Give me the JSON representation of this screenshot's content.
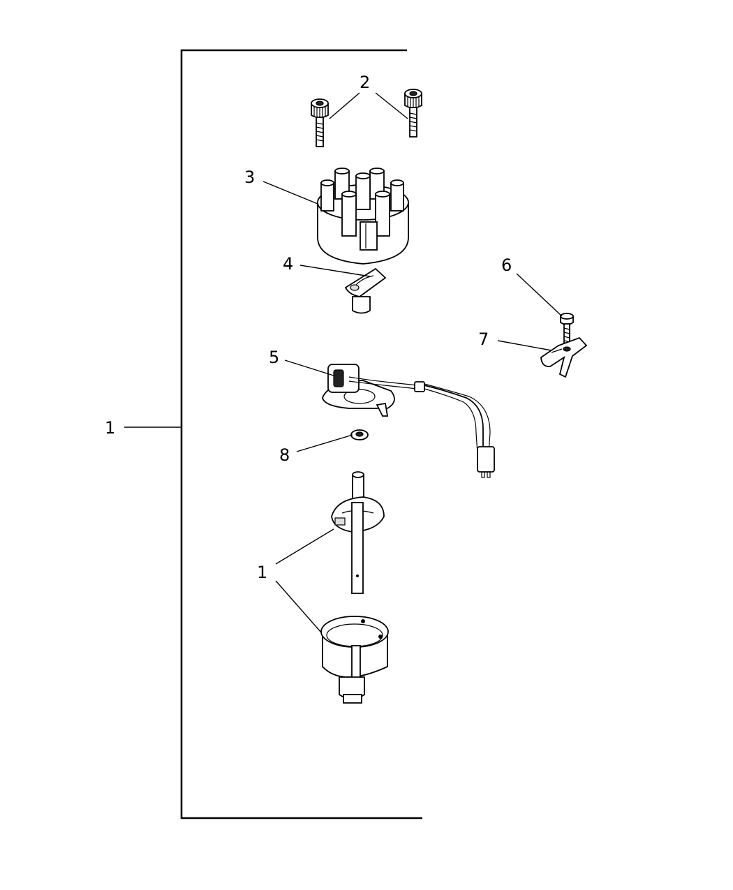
{
  "callouts": {
    "assembly": "1",
    "screws": "2",
    "cap": "3",
    "rotor": "4",
    "pickup": "5",
    "hold_down_bolt": "6",
    "hold_down_clamp": "7",
    "retainer": "8",
    "housing": "1"
  }
}
